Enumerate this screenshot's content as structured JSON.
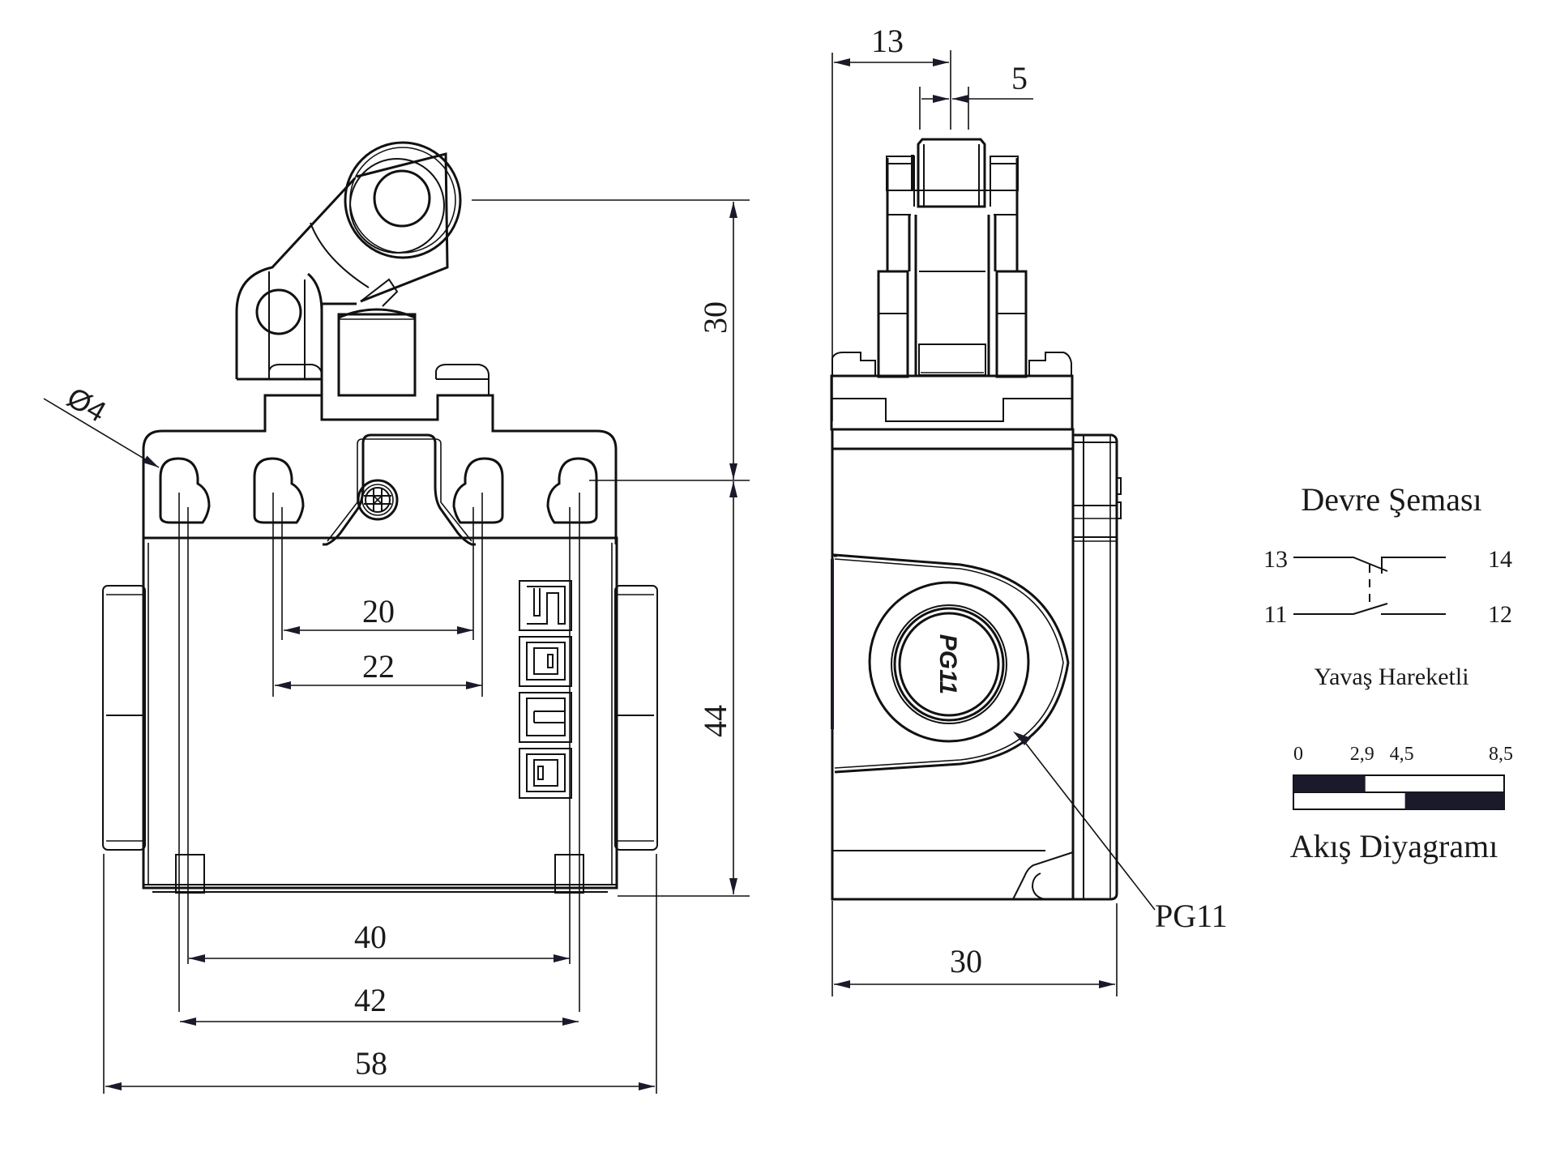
{
  "front_view": {
    "dimensions": {
      "hole_diameter": "Ø4",
      "inner_holes_pitch": "20",
      "inner_holes_span": "22",
      "outer_holes_pitch": "40",
      "outer_holes_span": "42",
      "overall_width": "58",
      "lever_height": "30",
      "body_height": "44"
    },
    "logo_letters": [
      "S",
      "M",
      "E",
      "M"
    ]
  },
  "side_view": {
    "dimensions": {
      "roller_offset": "13",
      "roller_width": "5",
      "depth": "30"
    },
    "gland_marking": "PG11",
    "gland_callout": "PG11"
  },
  "circuit_diagram": {
    "title": "Devre Şeması",
    "terminals": {
      "top_left": "13",
      "top_right": "14",
      "bottom_left": "11",
      "bottom_right": "12"
    },
    "type_label": "Yavaş Hareketli"
  },
  "flow_diagram": {
    "title": "Akış Diyagramı",
    "scale_labels": [
      "0",
      "2,9",
      "4,5",
      "8,5"
    ],
    "scale_max": 8.5,
    "rows": [
      {
        "contact": "NC",
        "closed_from": 0,
        "closed_to": 2.9
      },
      {
        "contact": "NO",
        "closed_from": 4.5,
        "closed_to": 8.5
      }
    ]
  }
}
